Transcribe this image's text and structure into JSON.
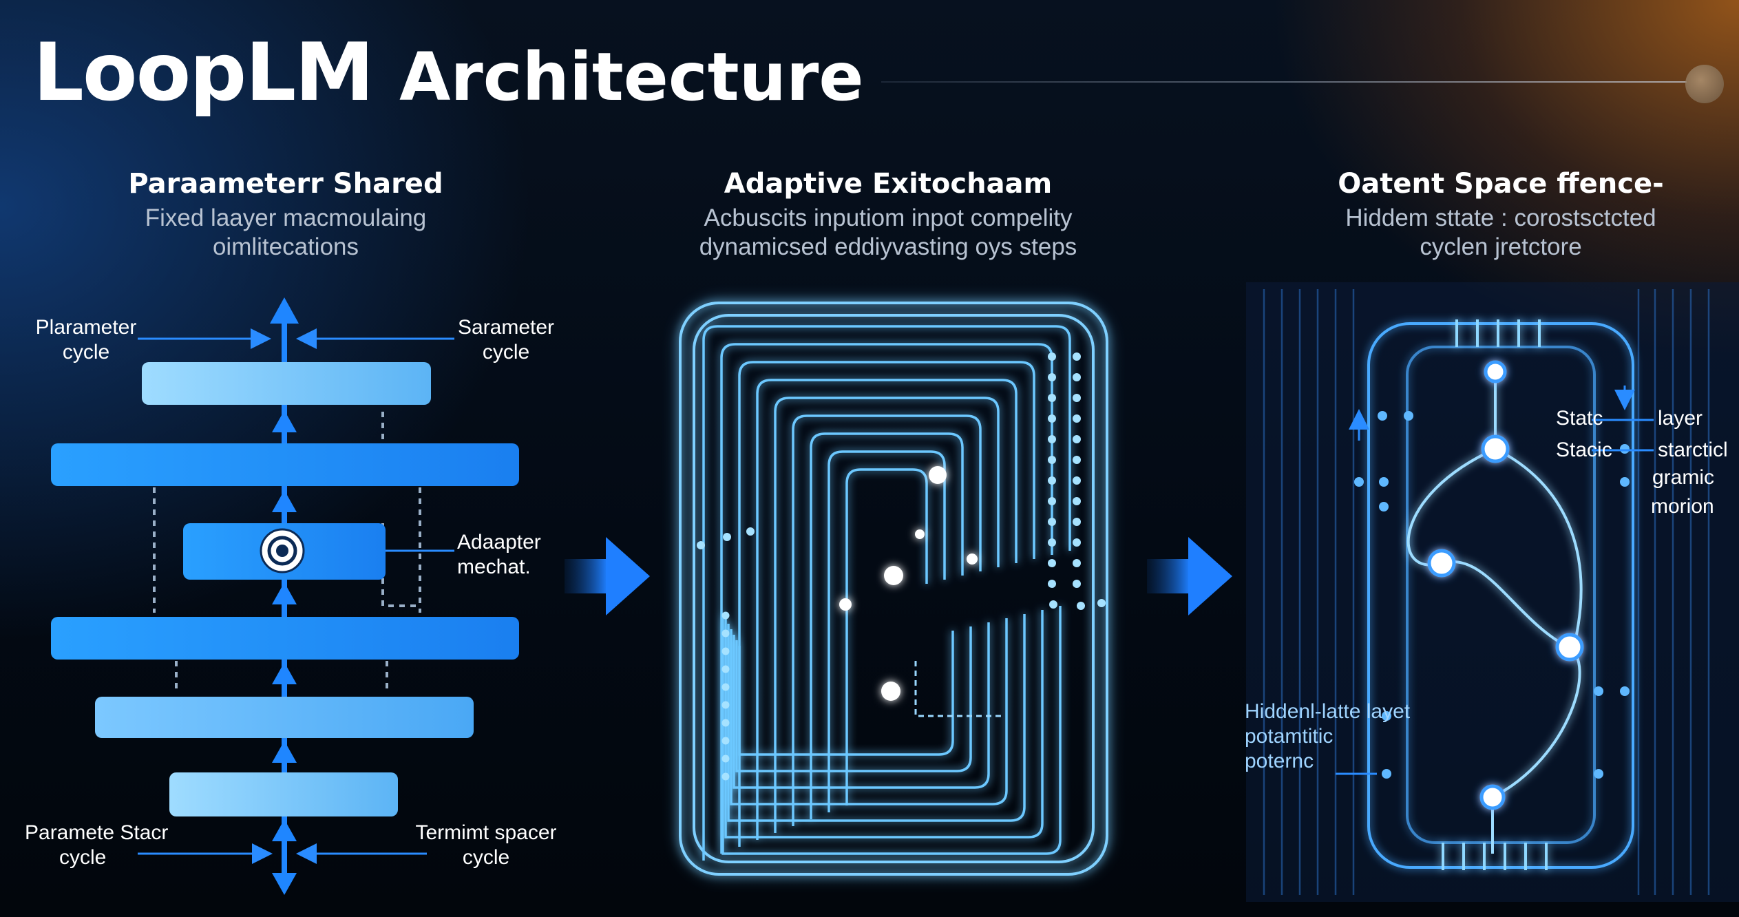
{
  "title": {
    "part1": "LoopLM",
    "part2": "Architecture"
  },
  "sections": {
    "left": {
      "heading": "Paraameterr Shared",
      "subtitle_line1": "Fixed laayer macmoulaing",
      "subtitle_line2": "oimlitecations",
      "labels": {
        "top_left": [
          "Plarameter",
          "cycle"
        ],
        "top_right": [
          "Sarameter",
          "cycle"
        ],
        "mid_right": [
          "Adaapter",
          "mechat."
        ],
        "bottom_left": [
          "Paramete Stacr",
          "cycle"
        ],
        "bottom_right": [
          "Termimt spacer",
          "cycle"
        ]
      }
    },
    "middle": {
      "heading": "Adaptive Exitochaam",
      "subtitle_line1": "Acbuscits inputiom inpot compelity",
      "subtitle_line2": "dynamicsed eddiyvasting oys steps"
    },
    "right": {
      "heading": "Oatent Space ffence-",
      "subtitle_line1": "Hiddem sttate : corostsctcted",
      "subtitle_line2": "cyclen jretctore",
      "labels": {
        "r1": "Statc",
        "r1b": "layer",
        "r2": "Stacic",
        "r2b": "starcticl",
        "r3": "gramic",
        "r4": "morion",
        "hidden": [
          "Hiddenl-latte layet",
          "potamtitic",
          "poternc"
        ]
      }
    }
  },
  "colors": {
    "accent": "#2a8cff",
    "glow": "#7fd0ff",
    "bar_light": "#8fd0ff",
    "bar_mid": "#2f9bff"
  }
}
